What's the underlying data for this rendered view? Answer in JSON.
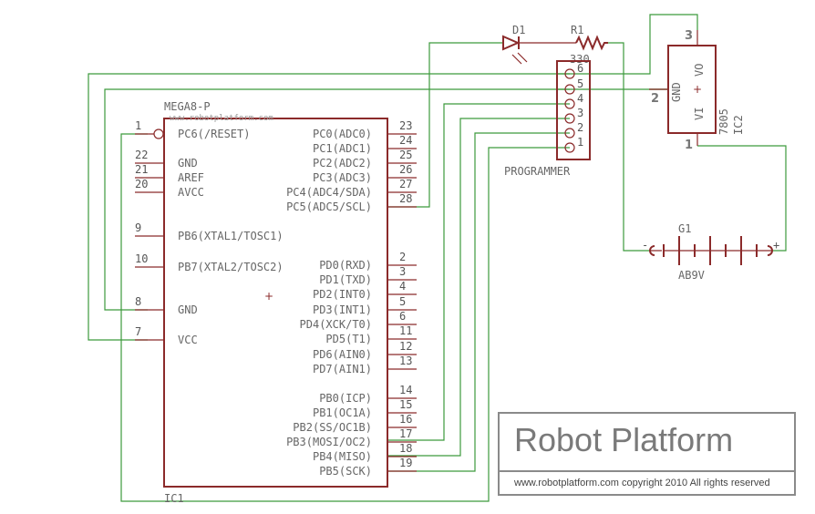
{
  "ic1": {
    "name": "IC1",
    "value": "MEGA8-P",
    "watermark": "www.robotplatform.com",
    "left_pins": [
      {
        "num": "1",
        "label": "PC6(/RESET)"
      },
      {
        "num": "22",
        "label": "GND"
      },
      {
        "num": "21",
        "label": "AREF"
      },
      {
        "num": "20",
        "label": "AVCC"
      },
      {
        "num": "9",
        "label": "PB6(XTAL1/TOSC1)"
      },
      {
        "num": "10",
        "label": "PB7(XTAL2/TOSC2)"
      },
      {
        "num": "8",
        "label": "GND"
      },
      {
        "num": "7",
        "label": "VCC"
      }
    ],
    "right_pins": [
      {
        "num": "23",
        "label": "PC0(ADC0)"
      },
      {
        "num": "24",
        "label": "PC1(ADC1)"
      },
      {
        "num": "25",
        "label": "PC2(ADC2)"
      },
      {
        "num": "26",
        "label": "PC3(ADC3)"
      },
      {
        "num": "27",
        "label": "PC4(ADC4/SDA)"
      },
      {
        "num": "28",
        "label": "PC5(ADC5/SCL)"
      },
      {
        "num": "2",
        "label": "PD0(RXD)"
      },
      {
        "num": "3",
        "label": "PD1(TXD)"
      },
      {
        "num": "4",
        "label": "PD2(INT0)"
      },
      {
        "num": "5",
        "label": "PD3(INT1)"
      },
      {
        "num": "6",
        "label": "PD4(XCK/T0)"
      },
      {
        "num": "11",
        "label": "PD5(T1)"
      },
      {
        "num": "12",
        "label": "PD6(AIN0)"
      },
      {
        "num": "13",
        "label": "PD7(AIN1)"
      },
      {
        "num": "14",
        "label": "PB0(ICP)"
      },
      {
        "num": "15",
        "label": "PB1(OC1A)"
      },
      {
        "num": "16",
        "label": "PB2(SS/OC1B)"
      },
      {
        "num": "17",
        "label": "PB3(MOSI/OC2)"
      },
      {
        "num": "18",
        "label": "PB4(MISO)"
      },
      {
        "num": "19",
        "label": "PB5(SCK)"
      }
    ]
  },
  "d1": {
    "name": "D1"
  },
  "r1": {
    "name": "R1",
    "value": "330"
  },
  "programmer": {
    "name": "PROGRAMMER",
    "pins": [
      "6",
      "5",
      "4",
      "3",
      "2",
      "1"
    ]
  },
  "ic2": {
    "name": "IC2",
    "value": "7805",
    "pin_vo": "VO",
    "pin_gnd": "GND",
    "pin_vi": "VI",
    "num_1": "1",
    "num_2": "2",
    "num_3": "3"
  },
  "g1": {
    "name": "G1",
    "value": "AB9V",
    "minus": "-",
    "plus": "+"
  },
  "brand": {
    "title": "Robot Platform",
    "footer": "www.robotplatform.com  copyright 2010 All rights reserved"
  },
  "colors": {
    "wire": "#3c9a3c",
    "part": "#8b2a2a",
    "text": "#666666"
  }
}
